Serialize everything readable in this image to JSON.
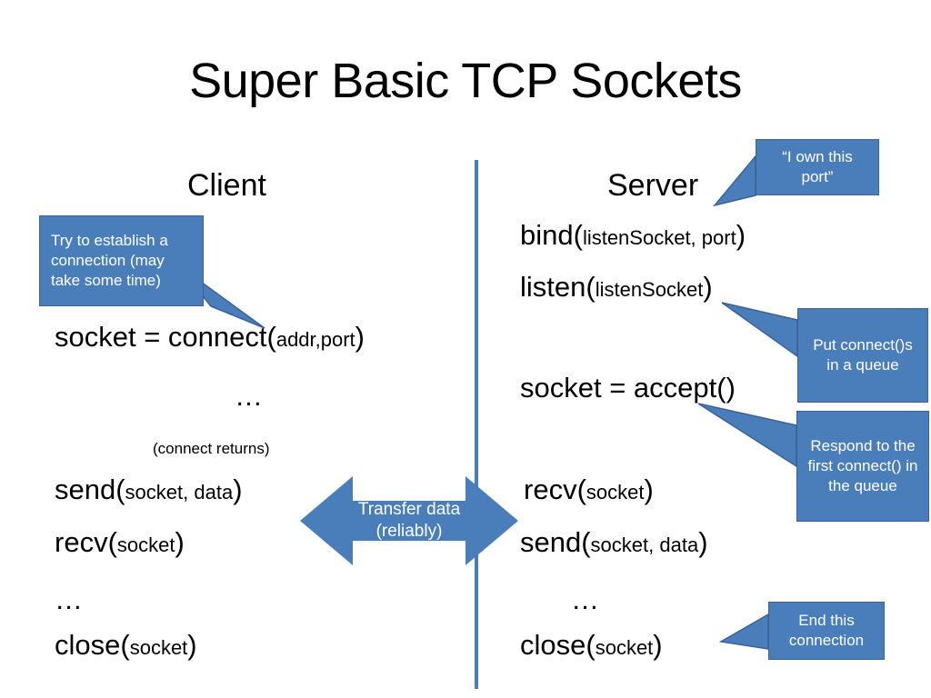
{
  "slide": {
    "title": "Super Basic TCP Sockets",
    "accent_color": "#4a7ebb",
    "accent_border_color": "#3a6298",
    "text_color": "#000000",
    "callout_text_color": "#ffffff",
    "background": "#ffffff"
  },
  "columns": {
    "client": {
      "heading": "Client",
      "lines": [
        {
          "name": "connect",
          "call": "socket = connect(",
          "args": "addr,port",
          "close": ")"
        },
        {
          "name": "ellipsis",
          "text": "…"
        },
        {
          "name": "connect-returns",
          "text": "(connect returns)"
        },
        {
          "name": "send",
          "call": "send(",
          "args": "socket, data",
          "close": ")"
        },
        {
          "name": "recv",
          "call": "recv(",
          "args": "socket",
          "close": ")"
        },
        {
          "name": "ellipsis2",
          "text": "…"
        },
        {
          "name": "close",
          "call": "close(",
          "args": "socket",
          "close": ")"
        }
      ]
    },
    "server": {
      "heading": "Server",
      "lines": [
        {
          "name": "bind",
          "call": "bind(",
          "args": "listenSocket, port",
          "close": ")"
        },
        {
          "name": "listen",
          "call": "listen(",
          "args": "listenSocket",
          "close": ")"
        },
        {
          "name": "accept",
          "call": "socket = accept()",
          "args": "",
          "close": ""
        },
        {
          "name": "recv",
          "call": "recv(",
          "args": "socket",
          "close": ")"
        },
        {
          "name": "send",
          "call": "send(",
          "args": "socket, data",
          "close": ")"
        },
        {
          "name": "ellipsis",
          "text": "…"
        },
        {
          "name": "close",
          "call": "close(",
          "args": "socket",
          "close": ")"
        }
      ]
    }
  },
  "callouts": {
    "connect": "Try to establish a connection (may take some time)",
    "own_port": "“I own this port”",
    "queue": "Put connect()s in a queue",
    "respond": "Respond to the first connect() in the queue",
    "end": "End this connection"
  },
  "transfer_arrow": {
    "line1": "Transfer data",
    "line2": "(reliably)"
  }
}
